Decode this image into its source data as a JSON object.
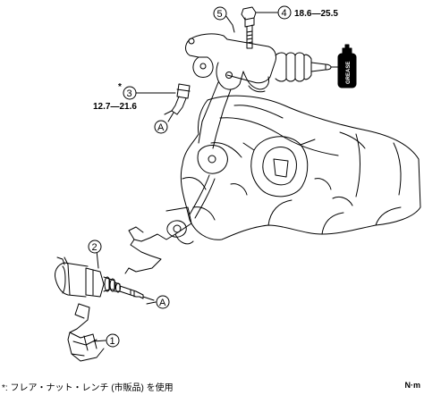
{
  "callouts": {
    "c1": "1",
    "c2": "2",
    "c3": "3",
    "c4": "4",
    "c5": "5",
    "cA_top": "A",
    "cA_bottom": "A"
  },
  "torque": {
    "bolt_4": "18.6—25.5",
    "pipe_3": "12.7—21.6"
  },
  "asterisk": "*",
  "grease_label": "GREASE",
  "footnote": "*: フレア・ナット・レンチ (市販品) を使用",
  "unit": "N·m"
}
